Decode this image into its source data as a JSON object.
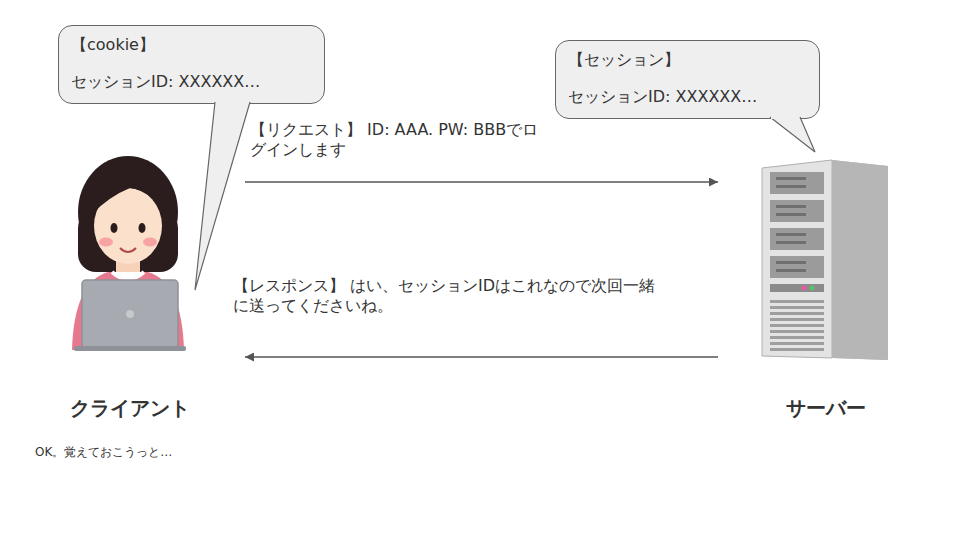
{
  "diagram": {
    "nodes": [
      {
        "text": [
          "【cookie】",
          "セッションID: XXXXXX…"
        ]
      },
      {
        "text": [
          "【セッション】",
          "セッションID: XXXXXX…"
        ]
      },
      {
        "text": [
          "クライアント"
        ]
      },
      {
        "text": [
          "サーバー"
        ]
      }
    ],
    "edges": [
      {
        "from": 2,
        "to": 3,
        "arrow": "to",
        "label": "【リクエスト】 ID: AAA. PW: BBBでログインします"
      },
      {
        "from": 3,
        "to": 2,
        "arrow": "to",
        "label": "【レスポンス】 はい、セッションIDはこれなので次回一緒に送ってくださいね。"
      }
    ],
    "labels": [
      "OK。覚えておこうっと…"
    ]
  }
}
